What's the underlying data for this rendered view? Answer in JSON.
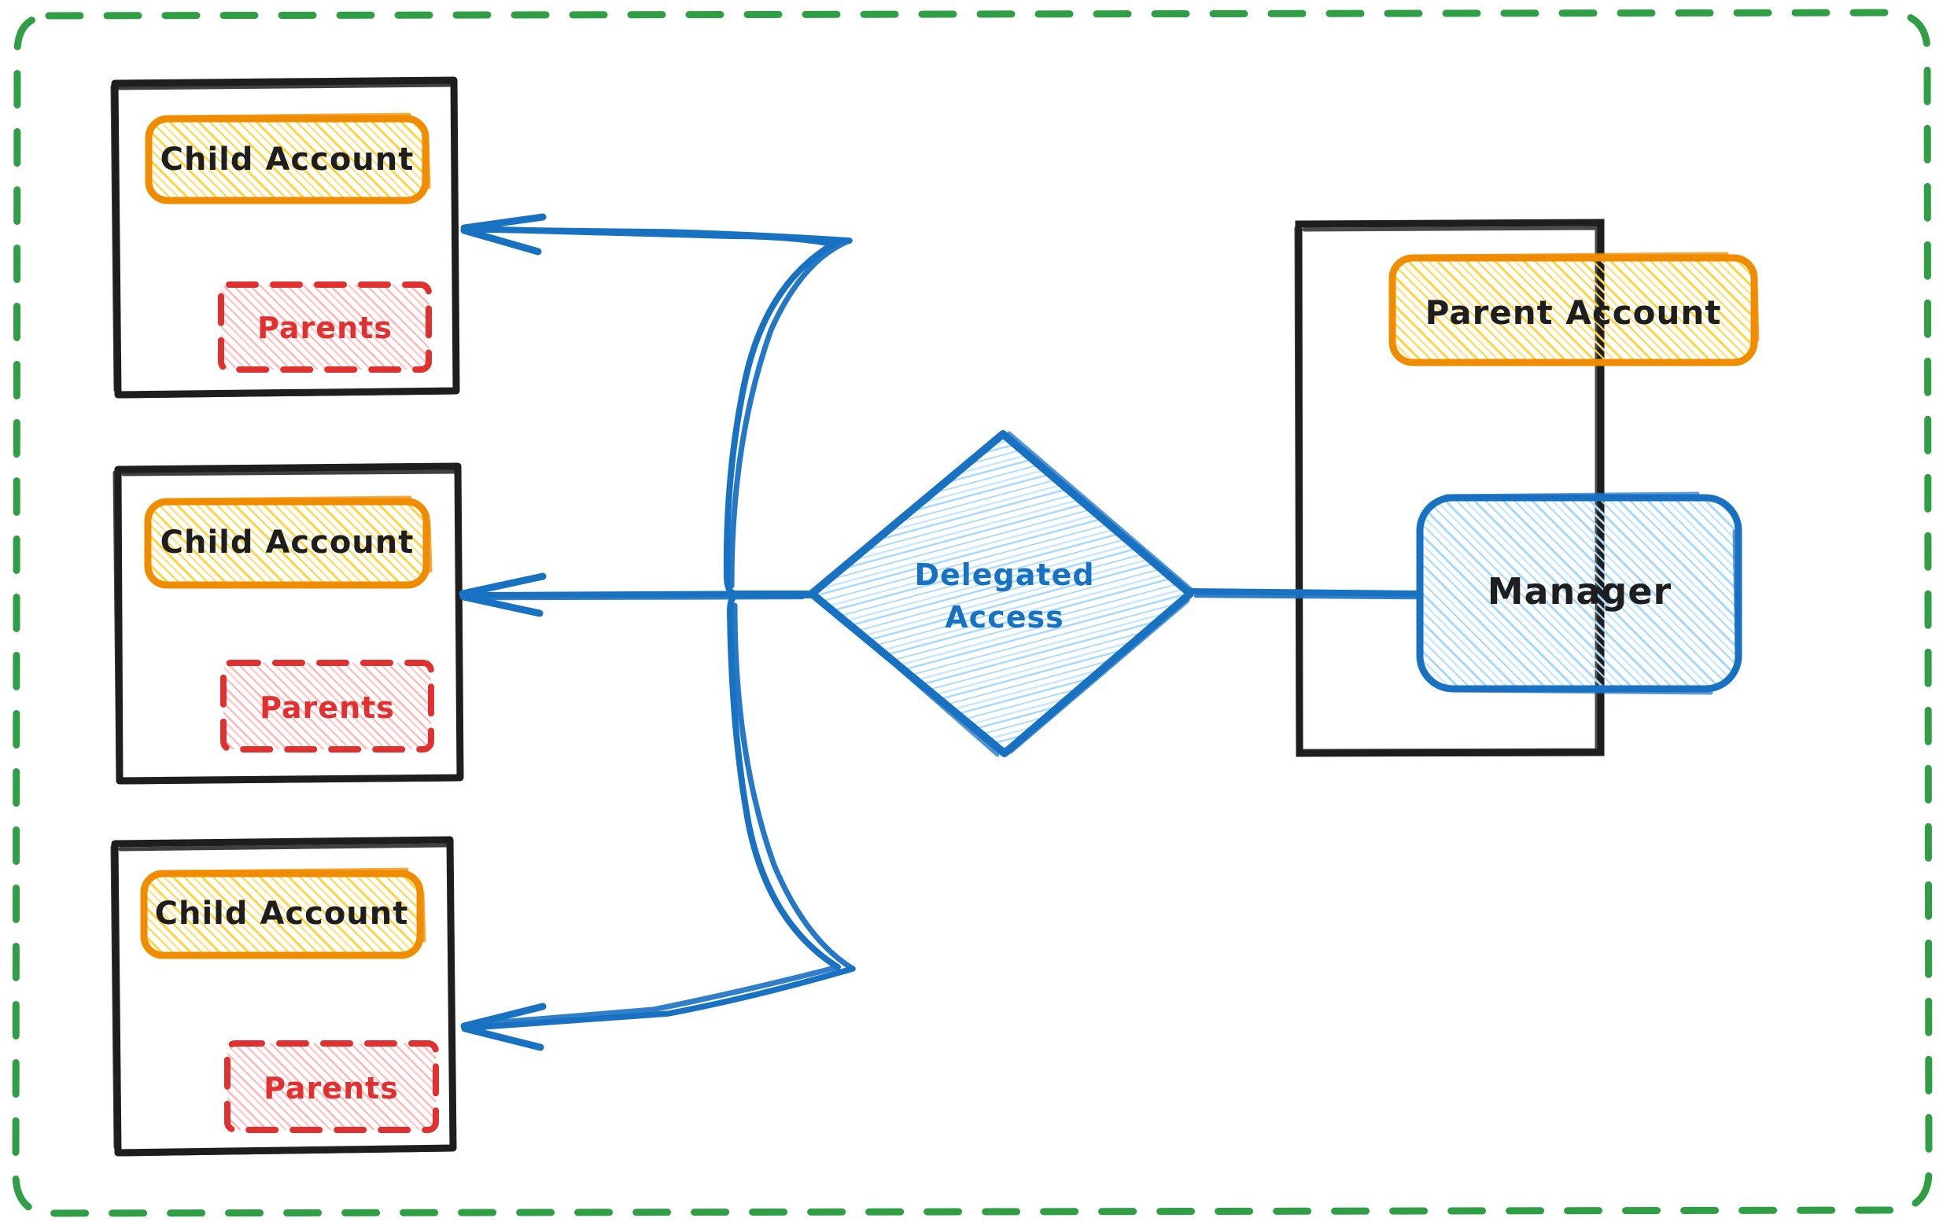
{
  "diagram": {
    "title": "Delegated Access",
    "type": "architecture-diagram",
    "style": "hand-drawn",
    "background": "#ffffff"
  },
  "colors": {
    "outer_frame": "#2f9e44",
    "container_border": "#1e1e1e",
    "account_border": "#f08c00",
    "account_fill": "#ffd43b",
    "parents_border": "#e03131",
    "parents_fill": "#ffc9c9",
    "delegated_border": "#1971c2",
    "delegated_fill": "#a5d8ff",
    "manager_border": "#1971c2",
    "manager_fill": "#a5d8ff",
    "arrow": "#1971c2"
  },
  "outer_frame": {
    "label": "organization-boundary",
    "stroke_style": "dashed",
    "color": "#2f9e44"
  },
  "children": [
    {
      "id": "child-1",
      "container_label": "child-account-container",
      "account": {
        "label": "Child Account"
      },
      "parents": {
        "label": "Parents"
      }
    },
    {
      "id": "child-2",
      "container_label": "child-account-container",
      "account": {
        "label": "Child Account"
      },
      "parents": {
        "label": "Parents"
      }
    },
    {
      "id": "child-3",
      "container_label": "child-account-container",
      "account": {
        "label": "Child Account"
      },
      "parents": {
        "label": "Parents"
      }
    }
  ],
  "delegated": {
    "label_line1": "Delegated",
    "label_line2": "Access",
    "shape": "diamond"
  },
  "parent_side": {
    "container_label": "parent-account-container",
    "account": {
      "label": "Parent Account"
    },
    "manager": {
      "label": "Manager"
    }
  },
  "edges": [
    {
      "from": "Delegated Access",
      "to": "Child Account 1",
      "style": "curved",
      "arrowhead": "target"
    },
    {
      "from": "Delegated Access",
      "to": "Child Account 2",
      "style": "straight",
      "arrowhead": "target"
    },
    {
      "from": "Delegated Access",
      "to": "Child Account 3",
      "style": "curved",
      "arrowhead": "target"
    },
    {
      "from": "Manager",
      "to": "Delegated Access",
      "style": "straight",
      "arrowhead": "none"
    }
  ]
}
